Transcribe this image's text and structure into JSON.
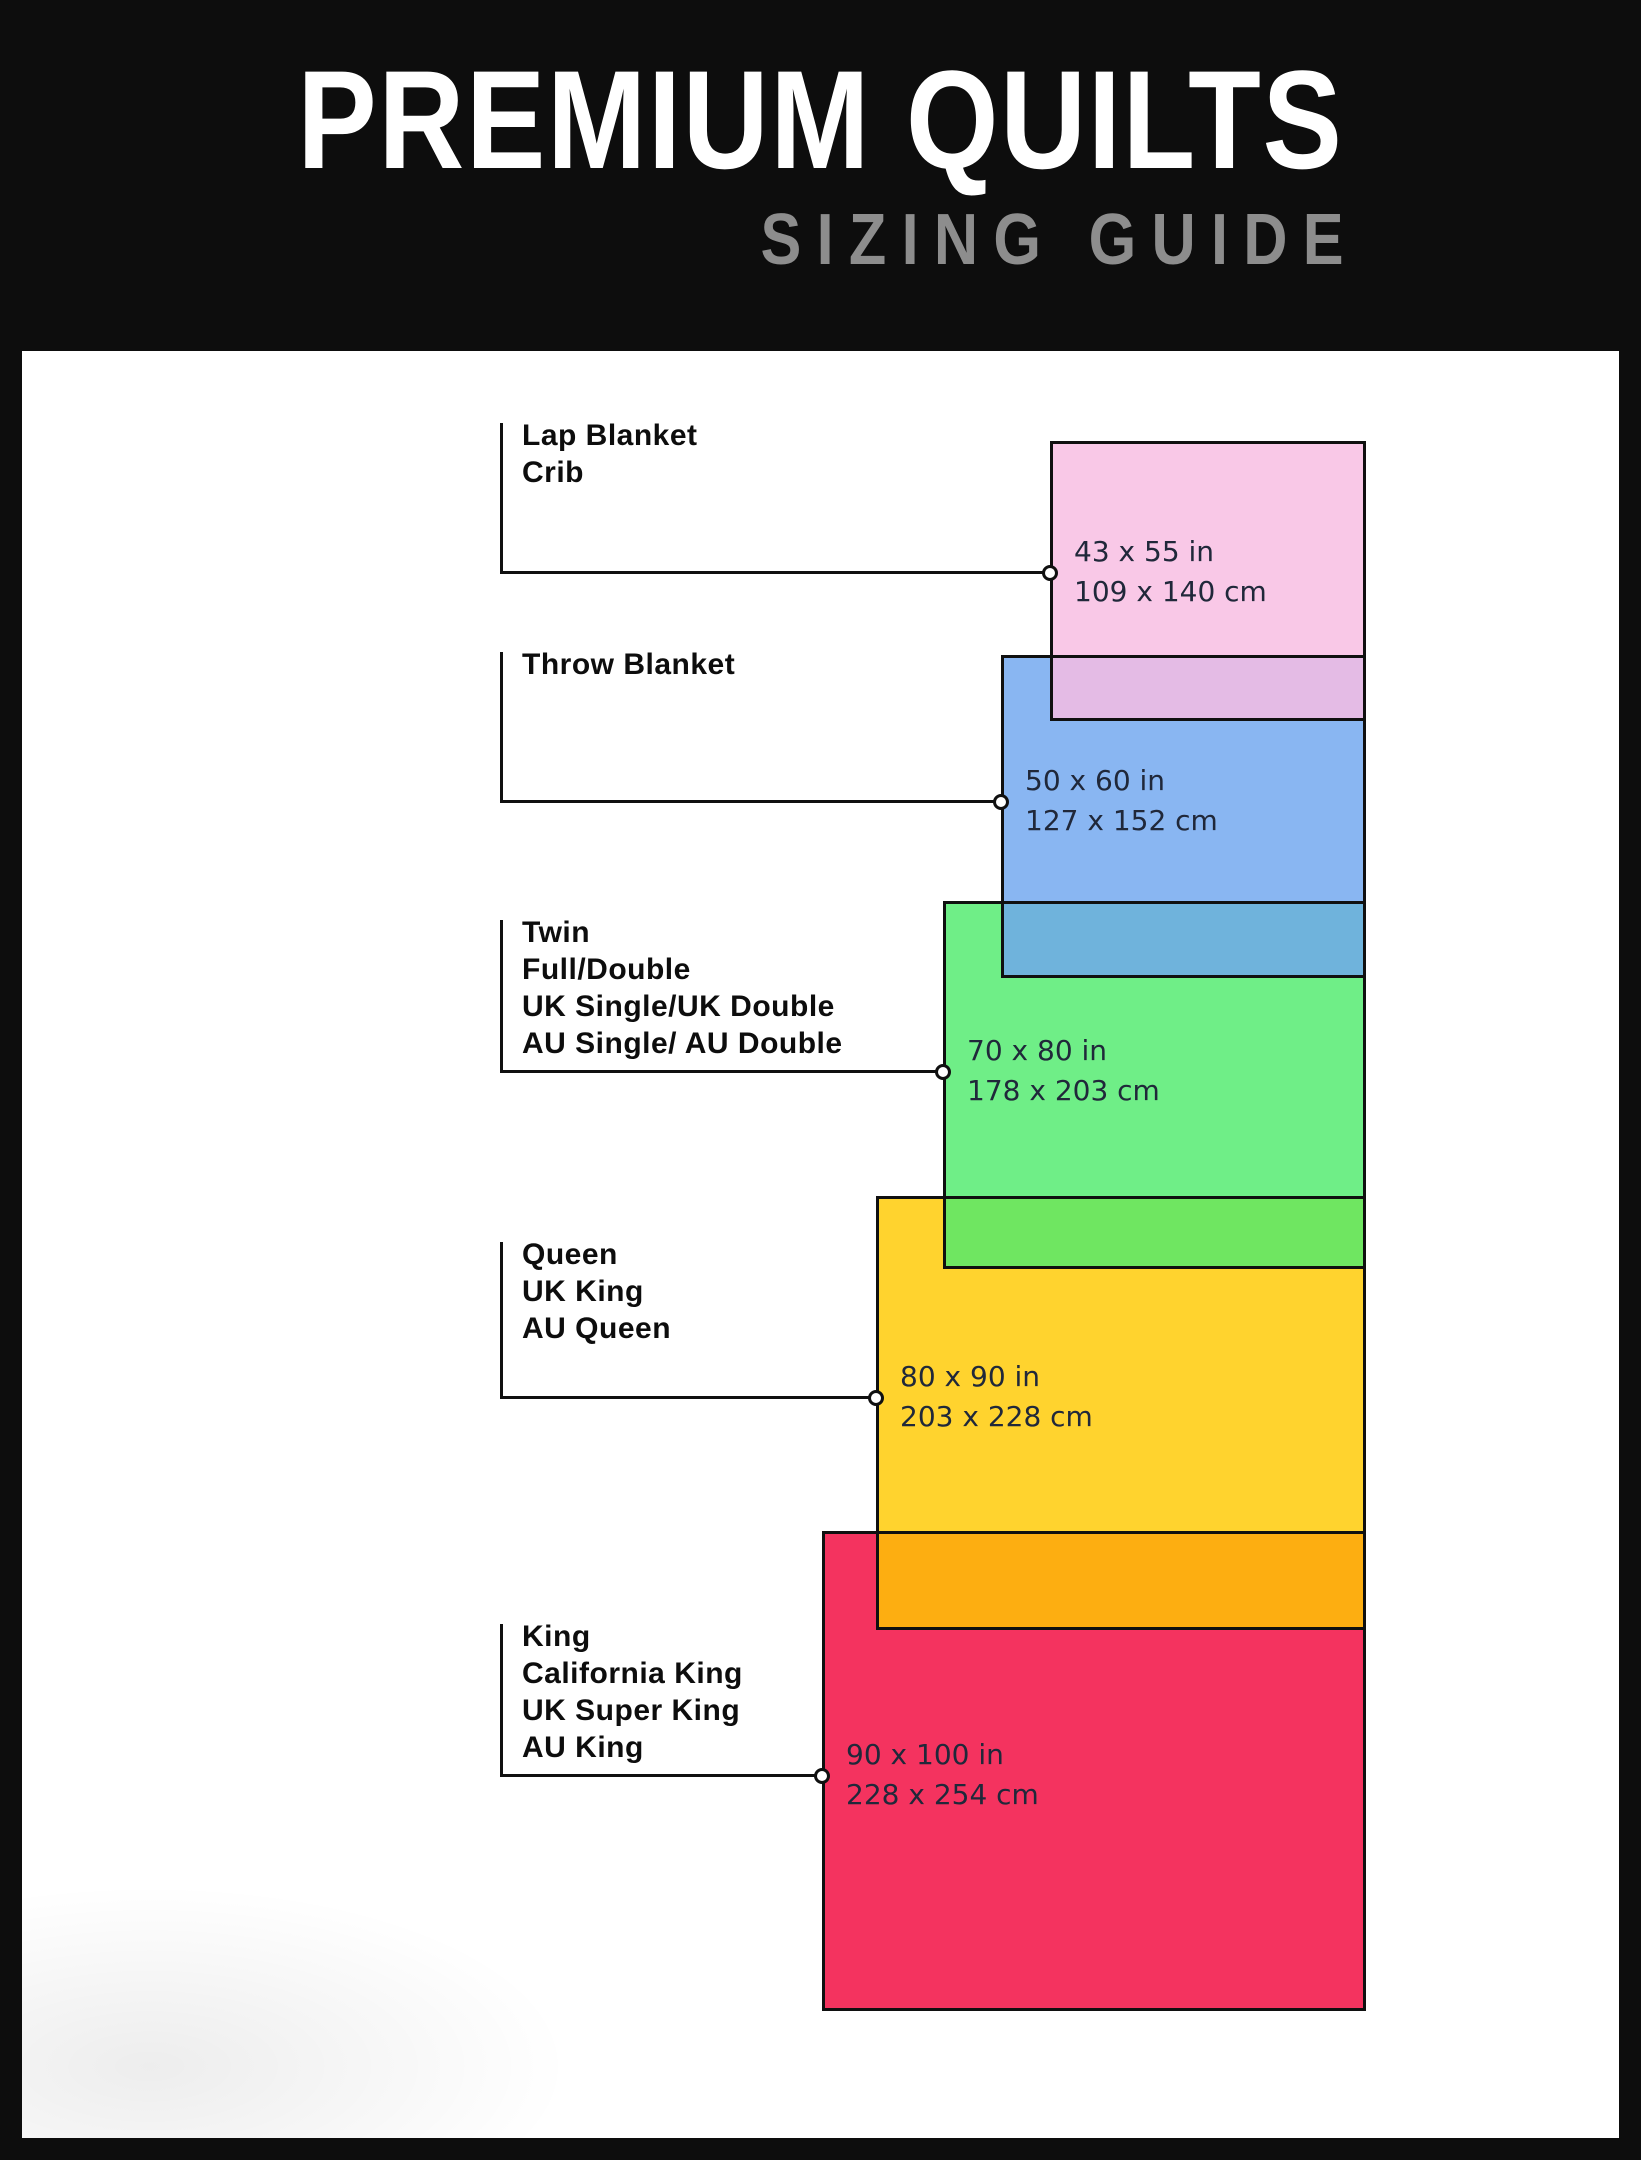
{
  "header": {
    "title": "PREMIUM QUILTS",
    "subtitle": "SIZING GUIDE"
  },
  "sizes": [
    {
      "id": "lap-crib",
      "labels": [
        "Lap Blanket",
        "Crib"
      ],
      "inches": "43 x 55 in",
      "cm": "109 x 140 cm",
      "color": "#f8bce2"
    },
    {
      "id": "throw",
      "labels": [
        "Throw Blanket"
      ],
      "inches": "50 x 60 in",
      "cm": "127 x 152 cm",
      "color": "#6fa6ef"
    },
    {
      "id": "twin-full",
      "labels": [
        "Twin",
        "Full/Double",
        "UK Single/UK Double",
        "AU Single/ AU Double"
      ],
      "inches": "70 x 80 in",
      "cm": "178 x 203 cm",
      "color": "#4fea6d"
    },
    {
      "id": "queen",
      "labels": [
        "Queen",
        "UK King",
        "AU Queen"
      ],
      "inches": "80 x 90 in",
      "cm": "203 x 228 cm",
      "color": "#ffc900"
    },
    {
      "id": "king",
      "labels": [
        "King",
        "California King",
        "UK Super King",
        "AU King"
      ],
      "inches": "90 x 100 in",
      "cm": "228 x 254 cm",
      "color": "#f4335f"
    }
  ]
}
